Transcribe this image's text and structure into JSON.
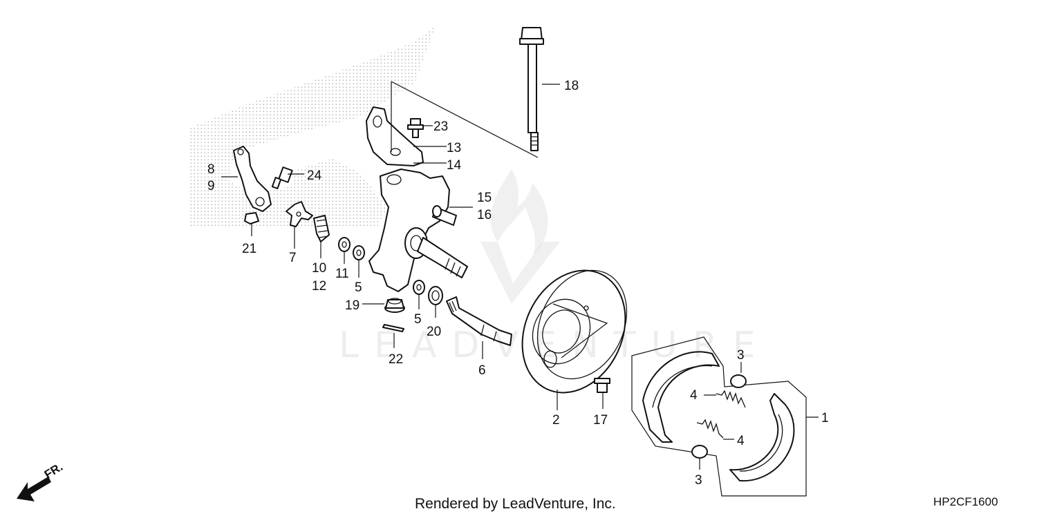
{
  "diagram": {
    "callouts": [
      "18",
      "23",
      "13",
      "14",
      "8",
      "9",
      "24",
      "15",
      "16",
      "21",
      "7",
      "10",
      "12",
      "11",
      "5",
      "19",
      "5",
      "20",
      "22",
      "6",
      "3",
      "4",
      "1",
      "4",
      "3",
      "2",
      "17"
    ]
  },
  "footer": {
    "rendered_by": "Rendered by LeadVenture, Inc.",
    "diagram_code": "HP2CF1600",
    "front_indicator": "FR."
  },
  "watermark": {
    "text": "LEADVENTURE"
  }
}
